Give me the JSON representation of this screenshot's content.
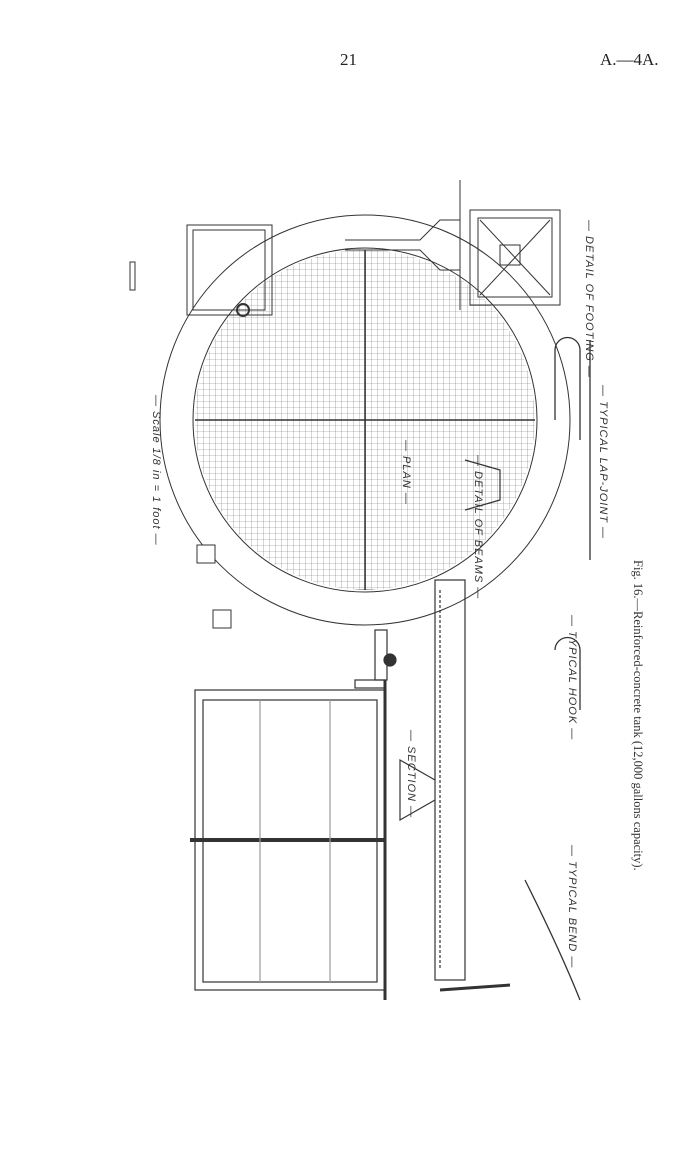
{
  "header": {
    "page_number": "21",
    "reference": "A.—4A."
  },
  "figure": {
    "caption": "Fig. 16.—Reinforced-concrete tank (12,000 gallons capacity).",
    "labels": {
      "scale": "— Scale 1/8 in = 1 foot —",
      "plan": "— PLAN —",
      "section": "— SECTION —",
      "detail_beams": "— DETAIL OF BEAMS —",
      "detail_footing": "— DETAIL OF FOOTING —",
      "typical_lap_joint": "— TYPICAL LAP-JOINT —",
      "typical_hook": "— TYPICAL HOOK —",
      "typical_bend": "— TYPICAL BEND —"
    }
  }
}
